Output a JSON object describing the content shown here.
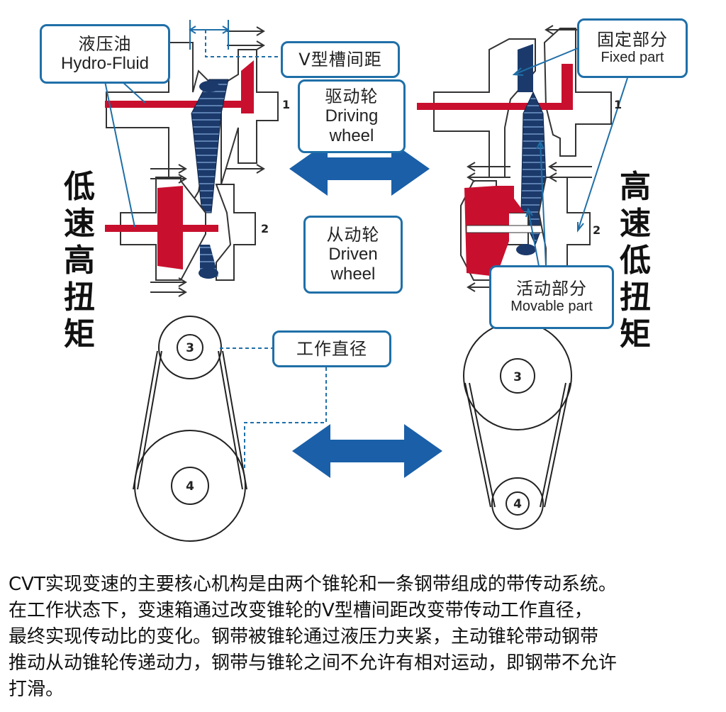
{
  "callouts": {
    "hydro_fluid": {
      "zh": "液压油",
      "en": "Hydro-Fluid"
    },
    "v_groove": {
      "zh": "V型槽间距"
    },
    "driving_wheel": {
      "zh": "驱动轮",
      "en1": "Driving",
      "en2": "wheel"
    },
    "driven_wheel": {
      "zh": "从动轮",
      "en1": "Driven",
      "en2": "wheel"
    },
    "fixed_part": {
      "zh": "固定部分",
      "en": "Fixed part"
    },
    "movable_part": {
      "zh": "活动部分",
      "en": "Movable part"
    },
    "working_diameter": {
      "zh": "工作直径"
    }
  },
  "side_labels": {
    "left": [
      "低",
      "速",
      "高",
      "扭",
      "矩"
    ],
    "right": [
      "高",
      "速",
      "低",
      "扭",
      "矩"
    ]
  },
  "shaft_numbers": {
    "one": "1",
    "two": "2"
  },
  "pulley_numbers": {
    "three": "3",
    "four": "4"
  },
  "colors": {
    "blue_dark": "#1b3a6b",
    "red": "#c8102e",
    "callout_border": "#1f6fa8",
    "arrow_blue": "#1a5fa8"
  },
  "caption": "CVT实现变速的主要核心机构是由两个锥轮和一条钢带组成的带传动系统。\n在工作状态下，变速箱通过改变锥轮的V型槽间距改变带传动工作直径，\n最终实现传动比的变化。钢带被锥轮通过液压力夹紧，主动锥轮带动钢带\n推动从动锥轮传递动力，钢带与锥轮之间不允许有相对运动，即钢带不允许\n打滑。"
}
